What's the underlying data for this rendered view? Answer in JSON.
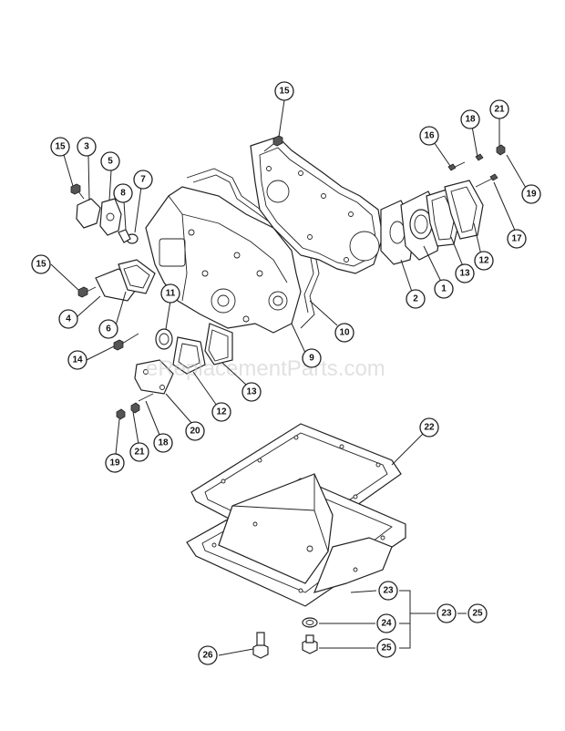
{
  "watermark": "eReplacementParts.com",
  "callouts": {
    "c15a": "15",
    "c15b": "15",
    "c15c": "15",
    "c3": "3",
    "c5": "5",
    "c7": "7",
    "c8": "8",
    "c4": "4",
    "c6": "6",
    "c11": "11",
    "c14": "14",
    "c9": "9",
    "c10": "10",
    "c13a": "13",
    "c13b": "13",
    "c12a": "12",
    "c12b": "12",
    "c20": "20",
    "c19a": "19",
    "c19b": "19",
    "c21a": "21",
    "c21b": "21",
    "c18a": "18",
    "c18b": "18",
    "c16": "16",
    "c17": "17",
    "c2": "2",
    "c1": "1",
    "c22": "22",
    "c23a": "23",
    "c23b": "23",
    "c24": "24",
    "c25a": "25",
    "c25b": "25",
    "c26": "26"
  }
}
